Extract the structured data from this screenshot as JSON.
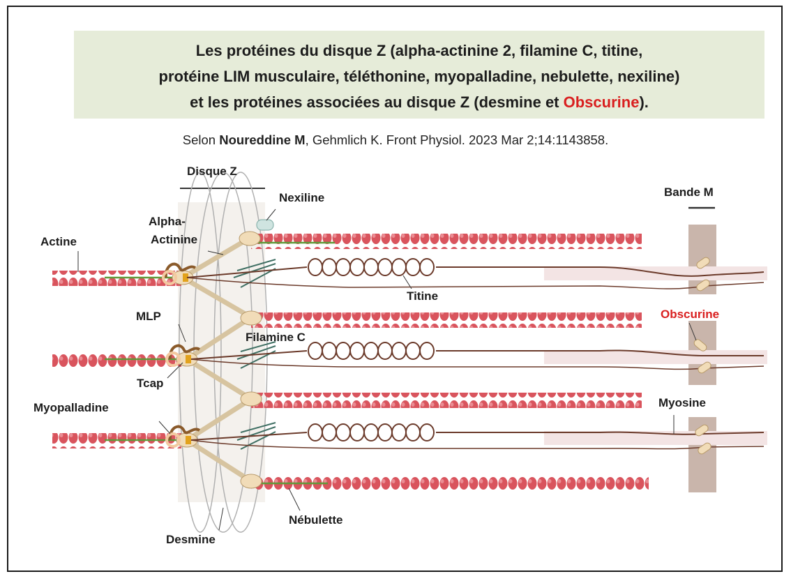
{
  "title": {
    "line1": "Les protéines du disque Z (alpha-actinine 2, filamine C, titine,",
    "line2": "protéine LIM musculaire, téléthonine,  myopalladine, nebulette, nexiline)",
    "line3_pre": "et les protéines associées au disque Z (desmine et ",
    "line3_red": "Obscurine",
    "line3_post": ")."
  },
  "source": {
    "prefix": "Selon ",
    "author": "Noureddine M",
    "rest": ", Gehmlich K. Front Physiol. 2023 Mar 2;14:1143858."
  },
  "labels": {
    "disque_z": "Disque Z",
    "nexiline": "Nexiline",
    "bande_m": "Bande M",
    "alpha": "Alpha-",
    "actinine": "Actinine",
    "actine": "Actine",
    "titine": "Titine",
    "mlp": "MLP",
    "filamine": "Filamine C",
    "obscurine": "Obscurine",
    "tcap": "Tcap",
    "myopalladine": "Myopalladine",
    "myosine": "Myosine",
    "nebulette": "Nébulette",
    "desmine": "Desmine"
  },
  "colors": {
    "title_bg": "#e6ecd9",
    "obscurine_red": "#d91f1f",
    "actin": "#d9545d",
    "titin": "#6b3a2a",
    "m_band": "#c9b5ab"
  }
}
